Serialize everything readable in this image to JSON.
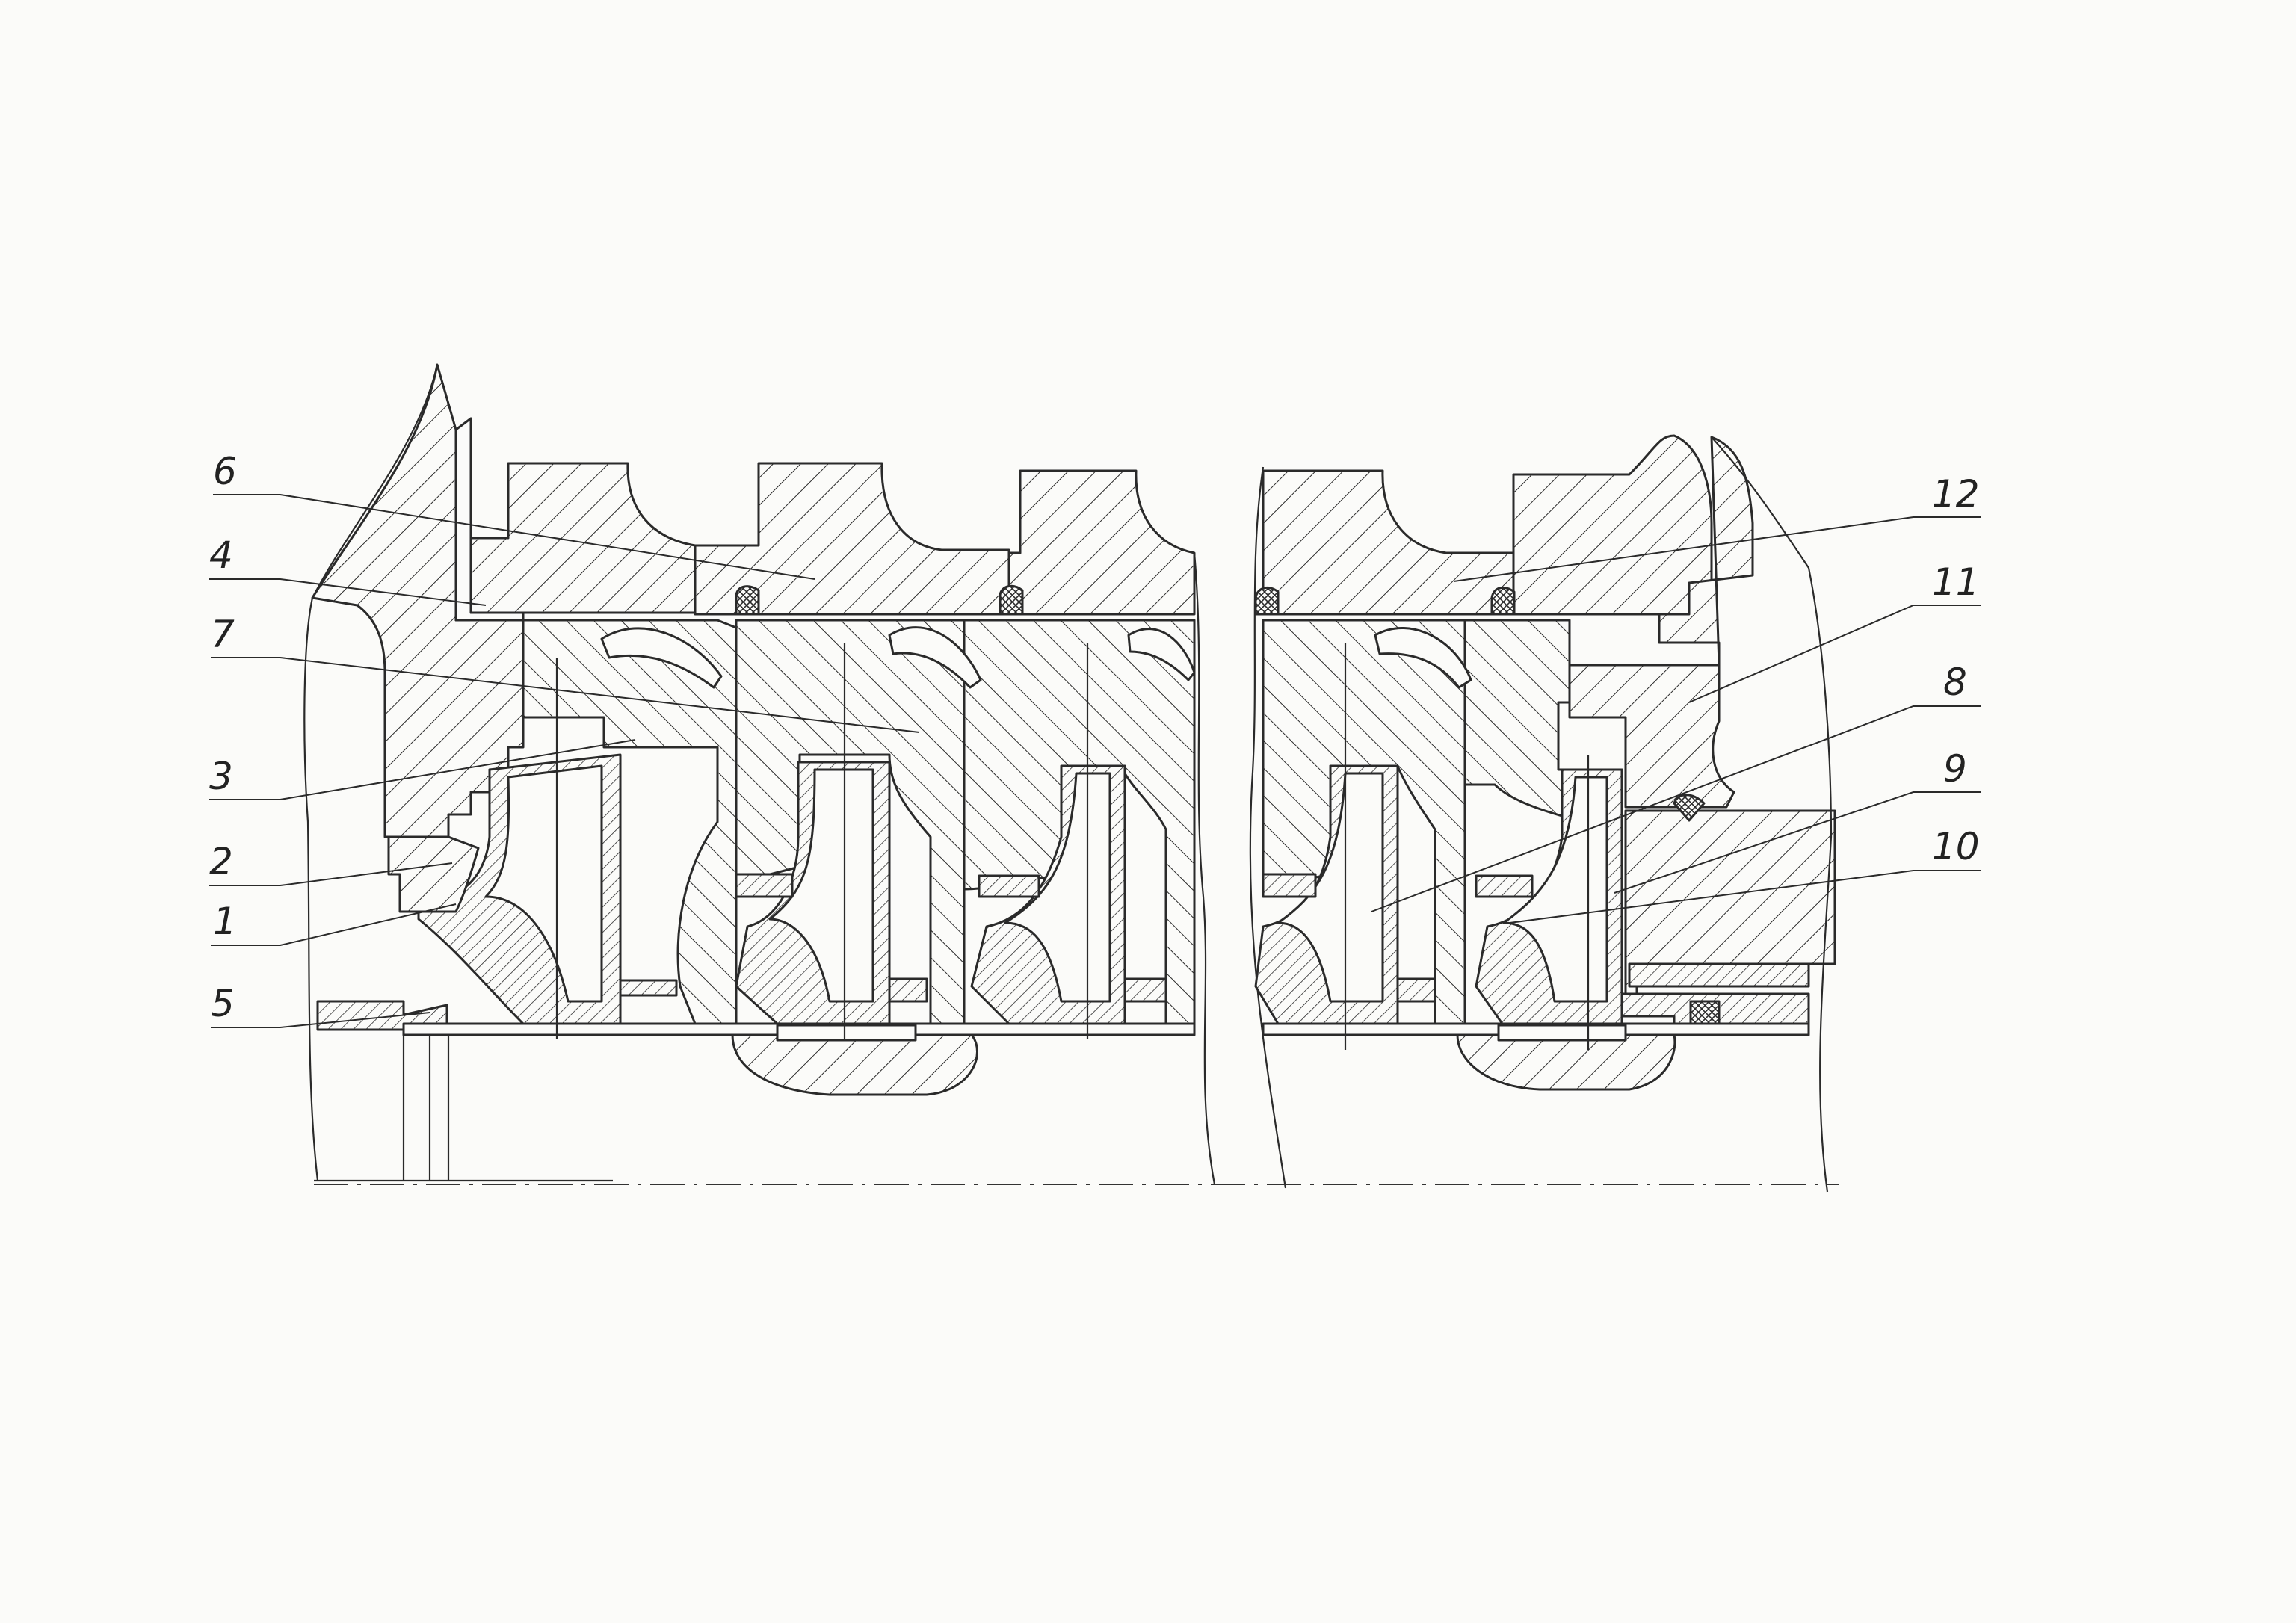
{
  "drawing": {
    "colors": {
      "ink": "#2a2a2a",
      "paper": "#fbfbf9"
    },
    "callouts": [
      {
        "id": "6",
        "text": "6"
      },
      {
        "id": "4",
        "text": "4"
      },
      {
        "id": "7",
        "text": "7"
      },
      {
        "id": "3",
        "text": "3"
      },
      {
        "id": "2",
        "text": "2"
      },
      {
        "id": "1",
        "text": "1"
      },
      {
        "id": "5",
        "text": "5"
      },
      {
        "id": "12",
        "text": "12"
      },
      {
        "id": "11",
        "text": "11"
      },
      {
        "id": "8",
        "text": "8"
      },
      {
        "id": "9",
        "text": "9"
      },
      {
        "id": "10",
        "text": "10"
      }
    ]
  }
}
